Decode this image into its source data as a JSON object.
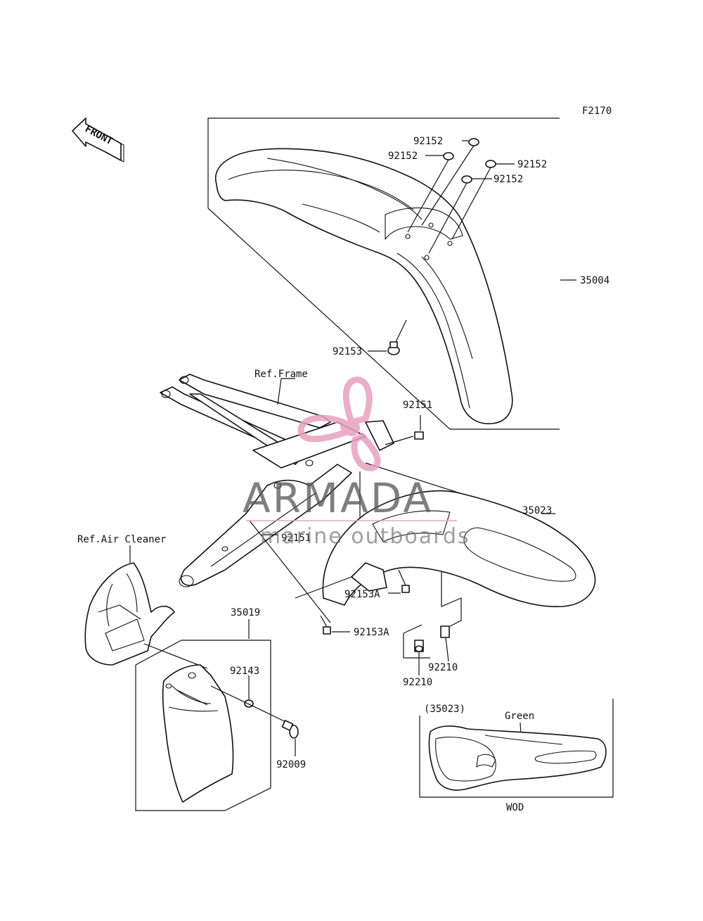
{
  "diagram_code": "F2170",
  "front_arrow_label": "FRONT",
  "ref_labels": {
    "frame": "Ref.Frame",
    "air_cleaner": "Ref.Air Cleaner"
  },
  "parts": {
    "front_fender": "35004",
    "rear_fender": "35023",
    "flap": "35019",
    "washer_a": "92152",
    "washer_b": "92152",
    "washer_c": "92152",
    "washer_d": "92152",
    "bolt_front": "92153",
    "collar_top": "92151",
    "collar_mid": "92151",
    "bolt_rear_a": "92153A",
    "bolt_rear_b": "92153A",
    "nut_a": "92210",
    "nut_b": "92210",
    "washer_flap": "92143",
    "bolt_flap": "92009"
  },
  "variant": {
    "part_ref": "(35023)",
    "color_label": "Green",
    "model_code": "WOD"
  },
  "watermark": {
    "brand": "ARMADA",
    "tagline": "marine outboards",
    "accent_color": "#e8a0c0"
  }
}
